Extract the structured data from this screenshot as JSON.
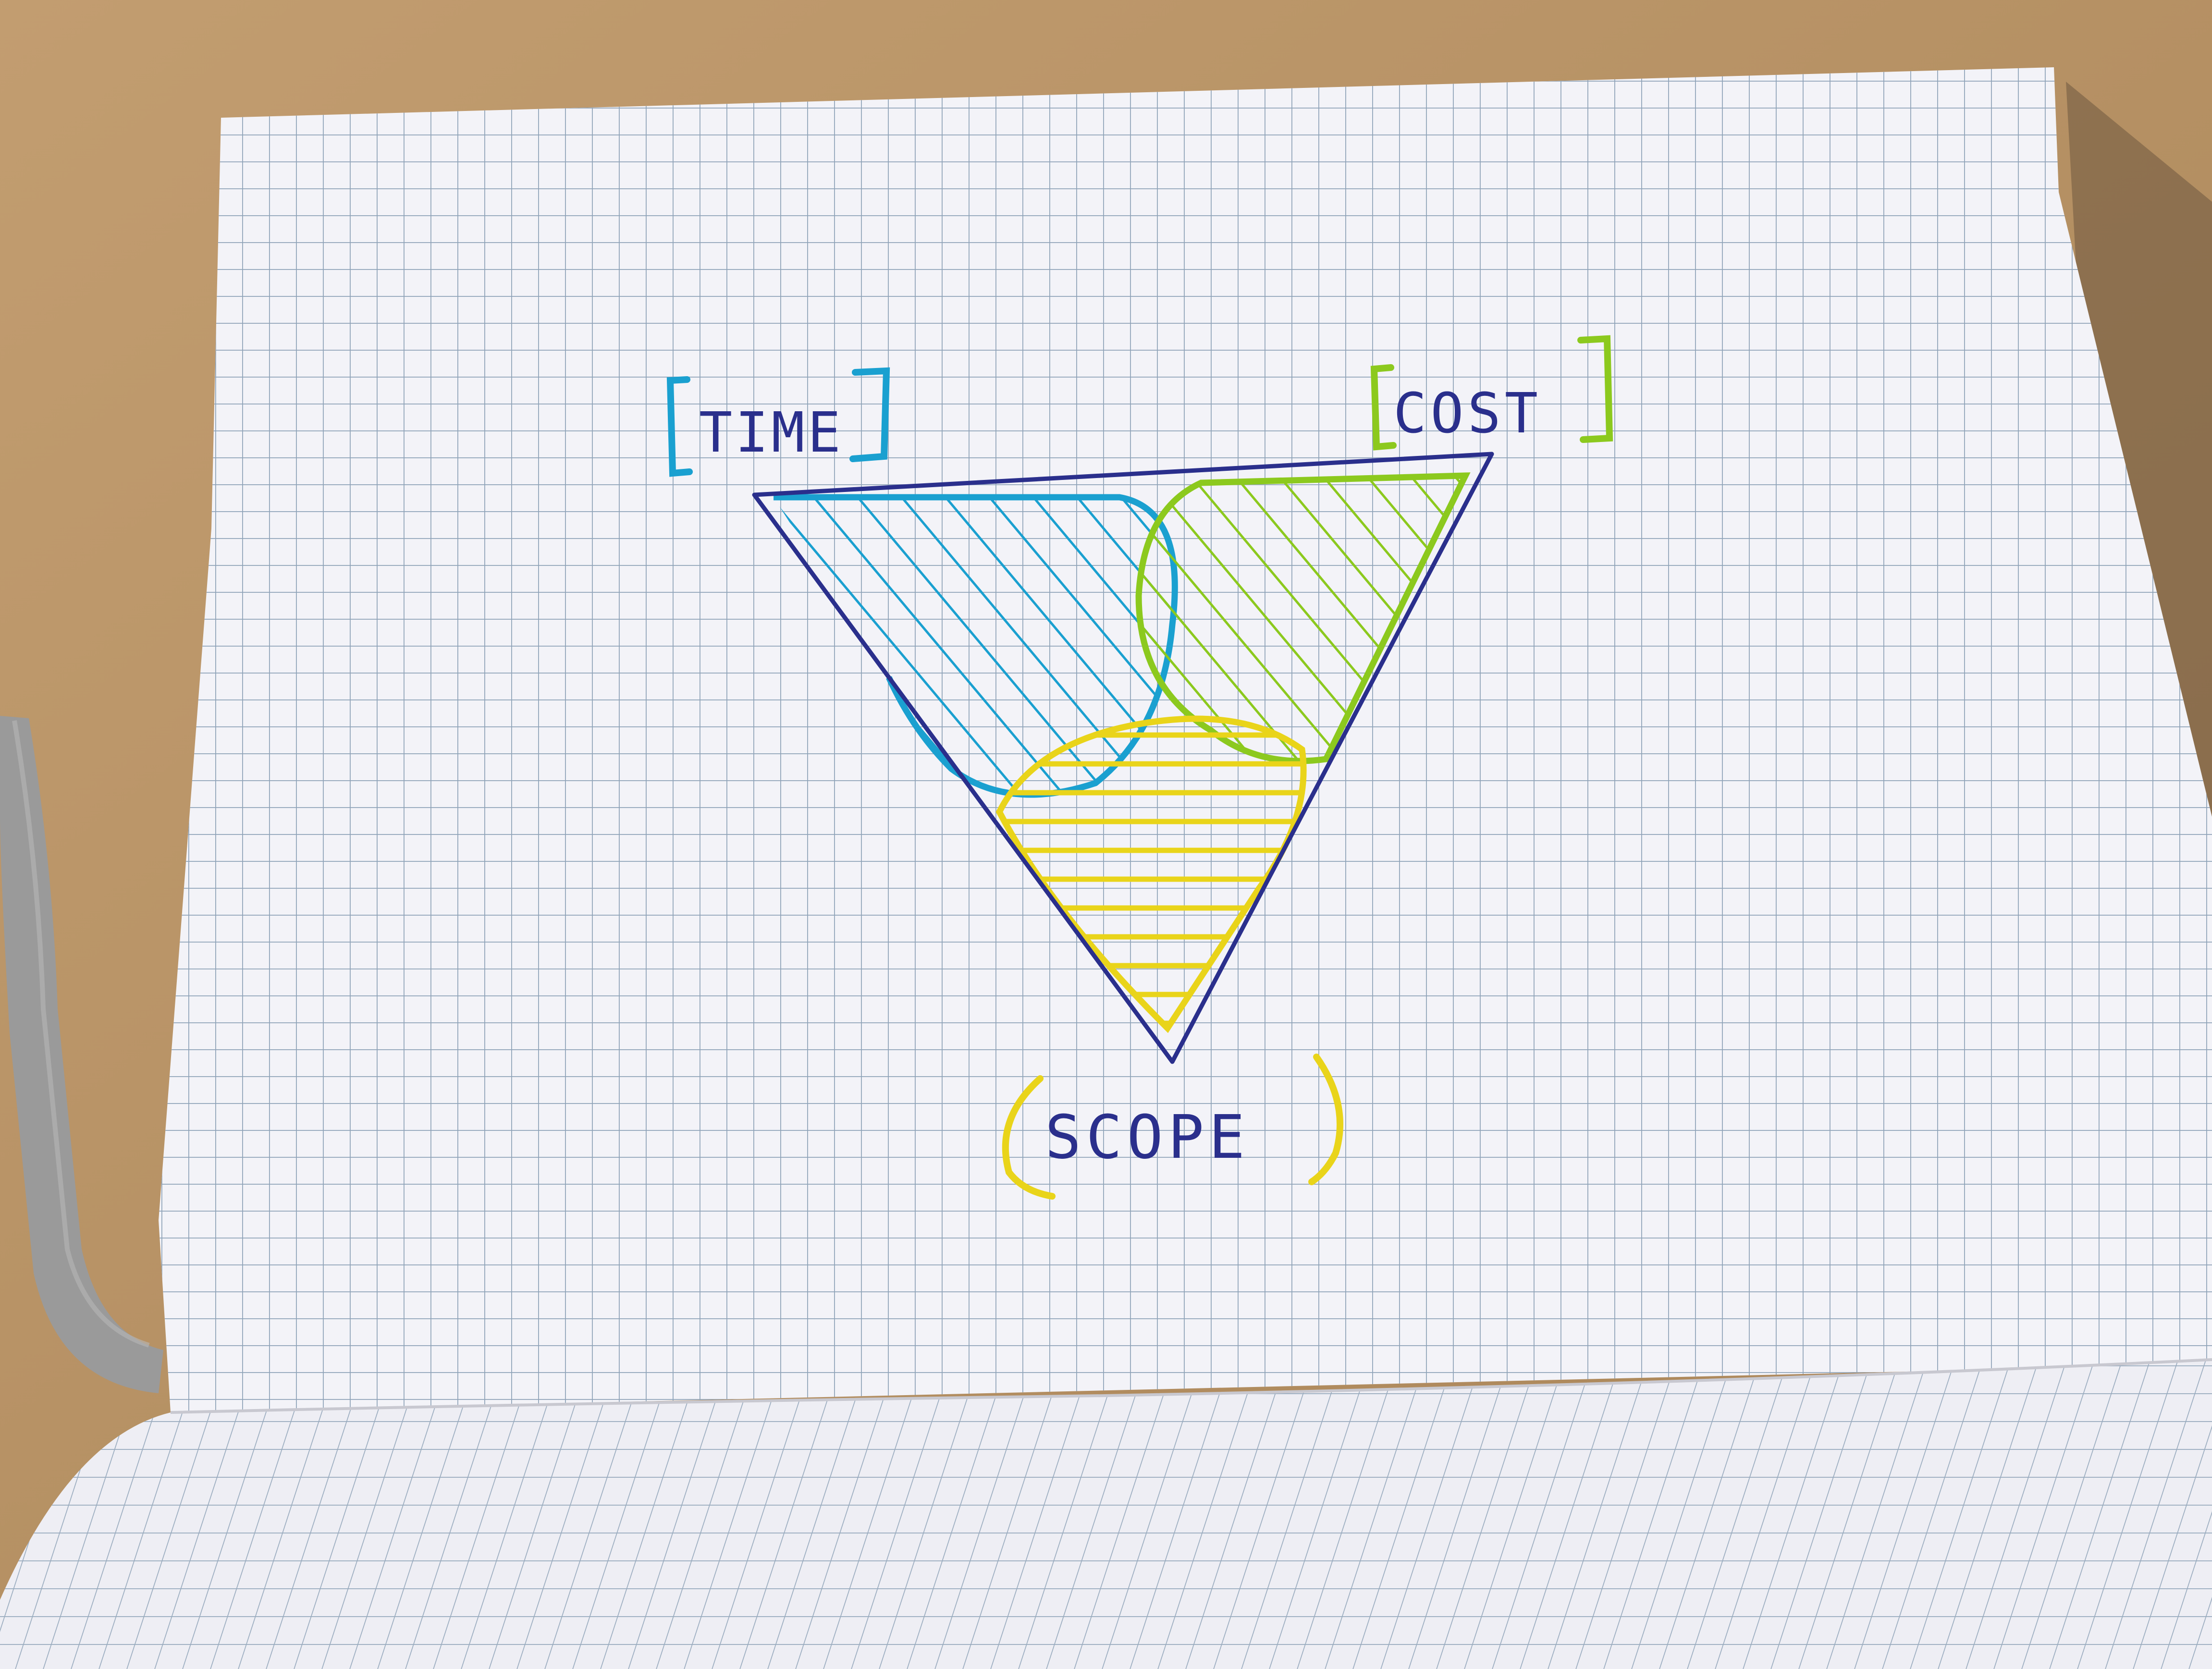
{
  "labels": {
    "time": "TIME",
    "cost": "COST",
    "scope": "SCOPE"
  },
  "colors": {
    "desk": "#b89468",
    "paper": "#f3f3f8",
    "grid": "#8fa3b8",
    "ink_outline": "#2a2f8c",
    "time": "#1aa0d0",
    "cost": "#8cc91e",
    "scope": "#e9d41a",
    "ribbon": "#9a9a9a"
  },
  "icons": {
    "ribbon": "bookmark-ribbon-icon"
  }
}
